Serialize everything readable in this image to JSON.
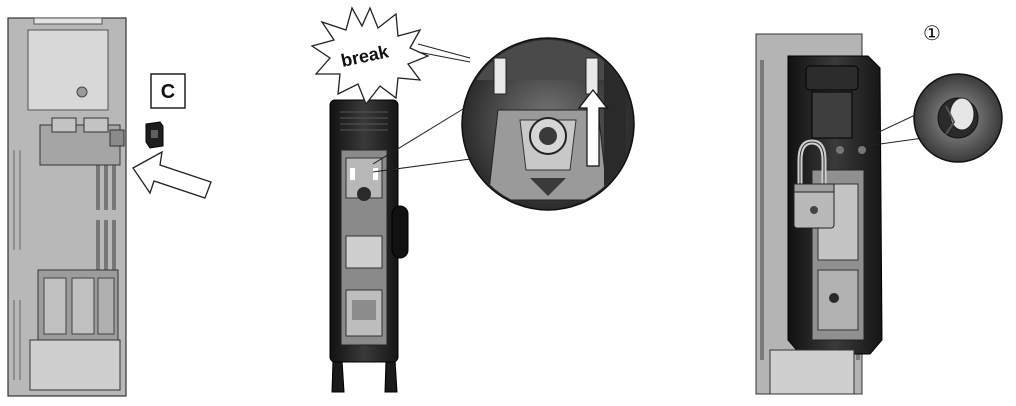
{
  "figure": {
    "step_label": "C",
    "break_label": "break",
    "callout_label": "①"
  },
  "colors": {
    "housing_light": "#c9c9c9",
    "housing_mid": "#9a9a9a",
    "housing_dark": "#5a5a5a",
    "handle_black": "#1e1e1e",
    "outline": "#222222"
  }
}
